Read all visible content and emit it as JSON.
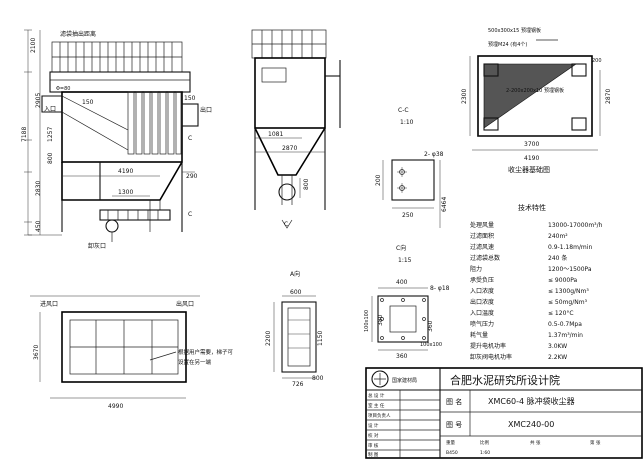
{
  "front_view": {
    "top_label": "滤袋抽出距离",
    "dims_left": [
      "2100",
      "2905",
      "7188",
      "1257",
      "800",
      "2830",
      "450"
    ],
    "dims_inner": [
      "150",
      "150"
    ],
    "dims_bottom": [
      "4190",
      "1300"
    ],
    "dim_right": "290",
    "inlet_label": "入口",
    "outlet_label": "出口",
    "pipe_label": "Φ=80",
    "ash_outlet_label": "卸灰口",
    "section_marks": [
      "C",
      "C"
    ]
  },
  "side_view": {
    "dims": [
      "1081",
      "2870",
      "800"
    ],
    "section_mark": "C"
  },
  "section_cc": {
    "title": "C-C",
    "scale": "1:10",
    "hole_note": "2- φ38",
    "dims": [
      "200",
      "250",
      "6464"
    ]
  },
  "foundation": {
    "top_note": "500x300x15 预埋钢板",
    "mid_note": "预埋M24 (有4个)",
    "inner_note": "2-200x200x10 预埋钢板",
    "dims": [
      "2300",
      "2870",
      "3700",
      "4190",
      "200"
    ],
    "title": "收尘器基础图"
  },
  "tech": {
    "title": "技术特性",
    "rows": [
      {
        "label": "处理风量",
        "value": "13000-17000m³/h"
      },
      {
        "label": "过滤面积",
        "value": "240m²"
      },
      {
        "label": "过滤风速",
        "value": "0.9-1.18m/min"
      },
      {
        "label": "过滤袋总数",
        "value": "240 条"
      },
      {
        "label": "阻力",
        "value": "1200～1500Pa"
      },
      {
        "label": "承受负压",
        "value": "≤ 9000Pa"
      },
      {
        "label": "入口浓度",
        "value": "≤ 1300g/Nm³"
      },
      {
        "label": "出口浓度",
        "value": "≤ 50mg/Nm³"
      },
      {
        "label": "入口温度",
        "value": "≤ 120°C"
      },
      {
        "label": "喷气压力",
        "value": "0.5-0.7Mpa"
      },
      {
        "label": "耗气量",
        "value": "1.37m³/min"
      },
      {
        "label": "提升电机功率",
        "value": "3.0KW"
      },
      {
        "label": "卸灰阀电机功率",
        "value": "2.2KW"
      }
    ]
  },
  "view_c": {
    "title": "C向",
    "scale": "1:15",
    "dims": [
      "400",
      "8- φ18",
      "100x100",
      "360",
      "380",
      "360",
      "100x100"
    ]
  },
  "view_a": {
    "title": "A向",
    "dims": [
      "600",
      "2200",
      "1150",
      "726",
      "800"
    ]
  },
  "plan_view": {
    "labels": [
      "进风口",
      "出风口"
    ],
    "dims": [
      "3670",
      "4990"
    ],
    "note_line1": "根据用户需要，梯子可",
    "note_line2": "设置在另一端"
  },
  "title_block": {
    "institute": "合肥水泥研究所设计院",
    "logo_text": "国家建材局",
    "name_label": "图 名",
    "name_value": "XMC60-4 脉冲袋收尘器",
    "number_label": "图 号",
    "number_value": "XMC240-00",
    "left_rows": [
      "总 设 计",
      "室 主 任",
      "项目负责人",
      "设 计",
      "校 对",
      "审 核",
      "制 图"
    ],
    "footer": [
      "重量",
      "B450",
      "比例",
      "1:60",
      "共 张",
      "第 张"
    ]
  }
}
